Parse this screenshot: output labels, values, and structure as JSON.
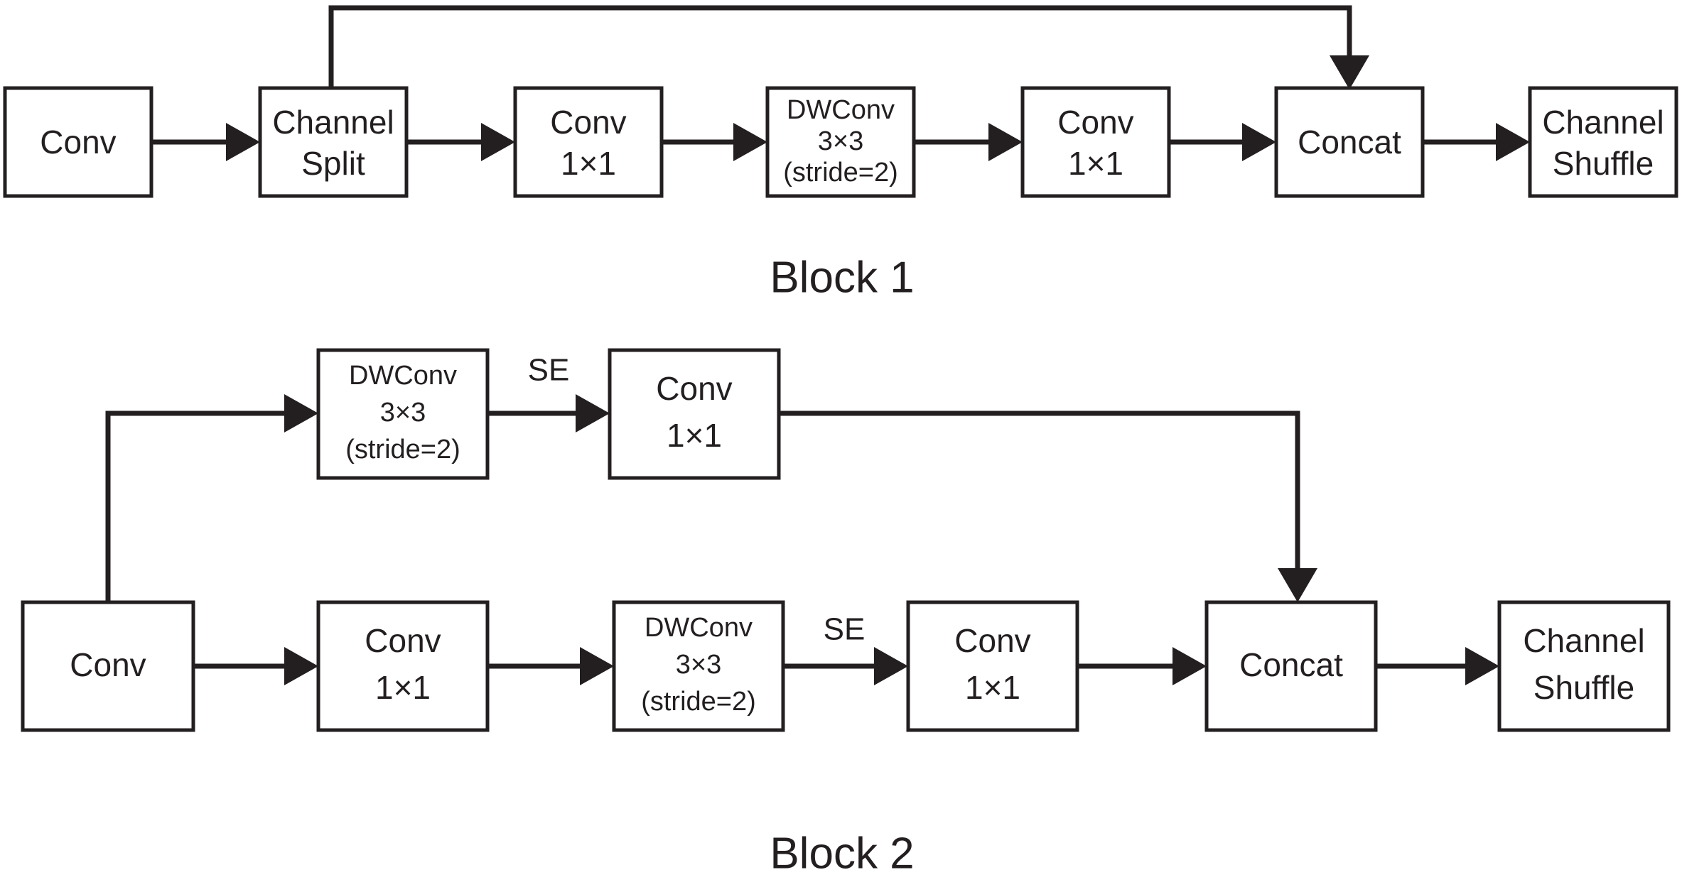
{
  "figure": {
    "title": "Block 1 and Block 2 network module diagrams",
    "background_color": "#ffffff",
    "stroke_color": "#231f20"
  },
  "captions": {
    "block1": "Block 1",
    "block2": "Block 2"
  },
  "block1": {
    "caption": "Block 1",
    "nodes": [
      {
        "id": "b1-conv",
        "lines": [
          "Conv"
        ]
      },
      {
        "id": "b1-channel-split",
        "lines": [
          "Channel",
          "Split"
        ]
      },
      {
        "id": "b1-conv1x1-a",
        "lines": [
          "Conv",
          "1×1"
        ]
      },
      {
        "id": "b1-dwconv",
        "lines": [
          "DWConv",
          "3×3",
          "(stride=2)"
        ]
      },
      {
        "id": "b1-conv1x1-b",
        "lines": [
          "Conv",
          "1×1"
        ]
      },
      {
        "id": "b1-concat",
        "lines": [
          "Concat"
        ]
      },
      {
        "id": "b1-channel-shuffle",
        "lines": [
          "Channel",
          "Shuffle"
        ]
      }
    ],
    "edges": [
      {
        "from": "b1-conv",
        "to": "b1-channel-split",
        "label": ""
      },
      {
        "from": "b1-channel-split",
        "to": "b1-conv1x1-a",
        "label": ""
      },
      {
        "from": "b1-conv1x1-a",
        "to": "b1-dwconv",
        "label": ""
      },
      {
        "from": "b1-dwconv",
        "to": "b1-conv1x1-b",
        "label": ""
      },
      {
        "from": "b1-conv1x1-b",
        "to": "b1-concat",
        "label": ""
      },
      {
        "from": "b1-concat",
        "to": "b1-channel-shuffle",
        "label": ""
      },
      {
        "from": "b1-channel-split",
        "to": "b1-concat",
        "label": "",
        "kind": "skip-connection"
      }
    ]
  },
  "block2": {
    "caption": "Block 2",
    "nodes": [
      {
        "id": "b2-dwconv-top",
        "lines": [
          "DWConv",
          "3×3",
          "(stride=2)"
        ]
      },
      {
        "id": "b2-conv1x1-top",
        "lines": [
          "Conv",
          "1×1"
        ]
      },
      {
        "id": "b2-conv",
        "lines": [
          "Conv"
        ]
      },
      {
        "id": "b2-conv1x1-a",
        "lines": [
          "Conv",
          "1×1"
        ]
      },
      {
        "id": "b2-dwconv-bottom",
        "lines": [
          "DWConv",
          "3×3",
          "(stride=2)"
        ]
      },
      {
        "id": "b2-conv1x1-b",
        "lines": [
          "Conv",
          "1×1"
        ]
      },
      {
        "id": "b2-concat",
        "lines": [
          "Concat"
        ]
      },
      {
        "id": "b2-channel-shuffle",
        "lines": [
          "Channel",
          "Shuffle"
        ]
      }
    ],
    "edges": [
      {
        "from": "b2-conv",
        "to": "b2-dwconv-top",
        "label": "",
        "kind": "branch-up"
      },
      {
        "from": "b2-dwconv-top",
        "to": "b2-conv1x1-top",
        "label": "SE"
      },
      {
        "from": "b2-conv1x1-top",
        "to": "b2-concat",
        "label": "",
        "kind": "branch-down"
      },
      {
        "from": "b2-conv",
        "to": "b2-conv1x1-a",
        "label": ""
      },
      {
        "from": "b2-conv1x1-a",
        "to": "b2-dwconv-bottom",
        "label": ""
      },
      {
        "from": "b2-dwconv-bottom",
        "to": "b2-conv1x1-b",
        "label": "SE"
      },
      {
        "from": "b2-conv1x1-b",
        "to": "b2-concat",
        "label": ""
      },
      {
        "from": "b2-concat",
        "to": "b2-channel-shuffle",
        "label": ""
      }
    ],
    "edge_labels": {
      "se_top": "SE",
      "se_bottom": "SE"
    }
  }
}
